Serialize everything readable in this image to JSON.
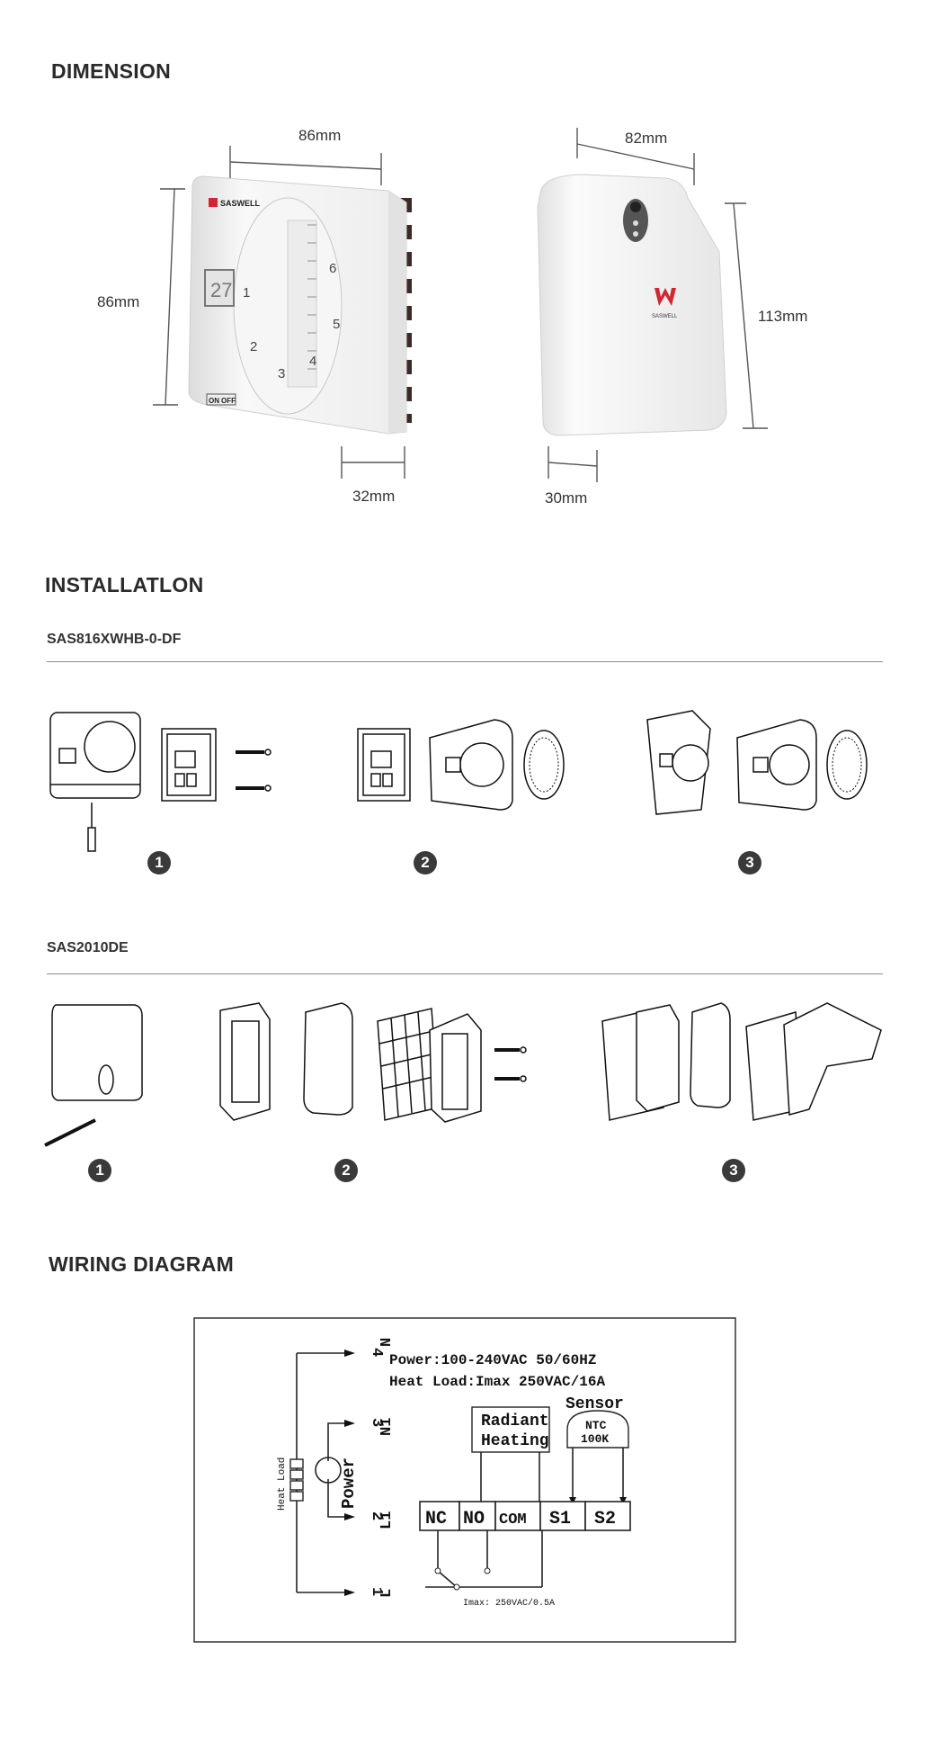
{
  "sections": {
    "dimension": "DIMENSION",
    "installation": "INSTALLATLON",
    "wiring": "WIRING DIAGRAM"
  },
  "dimensions": {
    "thermostat": {
      "width": "86mm",
      "height": "86mm",
      "depth": "32mm",
      "brand": "SASWELL",
      "display": "27",
      "dial": [
        "1",
        "2",
        "3",
        "4",
        "5",
        "6"
      ],
      "switch_on": "ON",
      "switch_off": "OFF"
    },
    "receiver": {
      "width": "82mm",
      "height": "113mm",
      "depth": "30mm",
      "brand": "SASWELL"
    }
  },
  "models": [
    {
      "name": "SAS816XWHB-0-DF",
      "steps": [
        "1",
        "2",
        "3"
      ]
    },
    {
      "name": "SAS2010DE",
      "steps": [
        "1",
        "2",
        "3"
      ]
    }
  ],
  "wiring": {
    "power_line": "Power:100-240VAC 50/60HZ",
    "load_line": "Heat Load:Imax 250VAC/16A",
    "radiant": [
      "Radiant",
      "Heating"
    ],
    "sensor": "Sensor",
    "ntc": [
      "NTC",
      "100K"
    ],
    "terminals": [
      "NC",
      "NO",
      "COM",
      "S1",
      "S2"
    ],
    "imax": "Imax: 250VAC/0.5A",
    "heat_load_label": "Heat Load",
    "power_label": "Power",
    "terminal_numbers": [
      "4",
      "3",
      "2",
      "1"
    ],
    "terminal_names": [
      "N",
      "N1",
      "L1",
      "L"
    ]
  },
  "colors": {
    "heading": "#2a2a2a",
    "brand_red": "#d22630",
    "device_white": "#f4f4f4",
    "fin_dark": "#3b2a25"
  }
}
